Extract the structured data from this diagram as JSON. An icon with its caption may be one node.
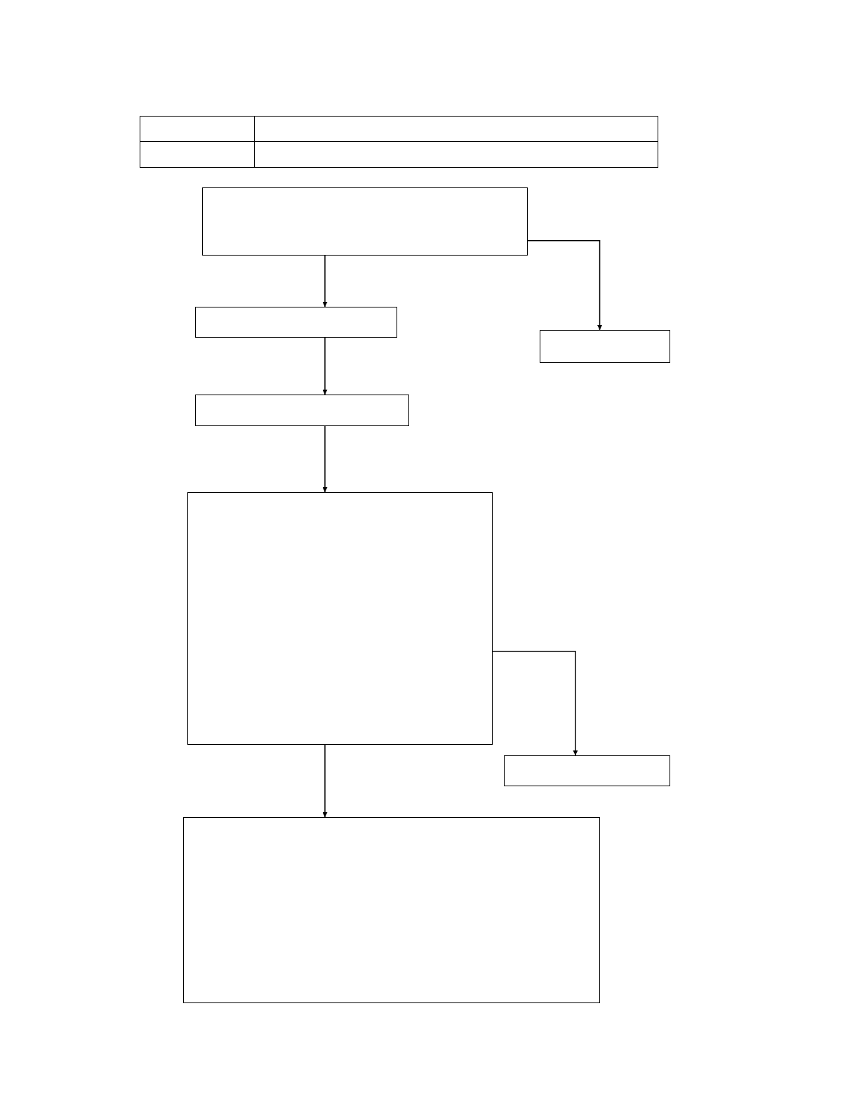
{
  "diagram": {
    "nodes": [
      {
        "text": [],
        "shape": "box"
      },
      {
        "text": [],
        "shape": "box"
      },
      {
        "text": [],
        "shape": "box"
      },
      {
        "text": [],
        "shape": "box"
      },
      {
        "text": [],
        "shape": "box"
      },
      {
        "text": [],
        "shape": "box"
      },
      {
        "text": [],
        "shape": "box"
      },
      {
        "text": [],
        "shape": "box"
      },
      {
        "text": [],
        "shape": "box"
      },
      {
        "text": [],
        "shape": "box"
      },
      {
        "text": [],
        "shape": "box"
      }
    ],
    "edges": [
      {
        "from": 4,
        "to": 5,
        "arrow": "to"
      },
      {
        "from": 4,
        "to": 6,
        "arrow": "to"
      },
      {
        "from": 5,
        "to": 7,
        "arrow": "to"
      },
      {
        "from": 7,
        "to": 8,
        "arrow": "to"
      },
      {
        "from": 8,
        "to": 9,
        "arrow": "to"
      },
      {
        "from": 8,
        "to": 10,
        "arrow": "to"
      }
    ]
  }
}
